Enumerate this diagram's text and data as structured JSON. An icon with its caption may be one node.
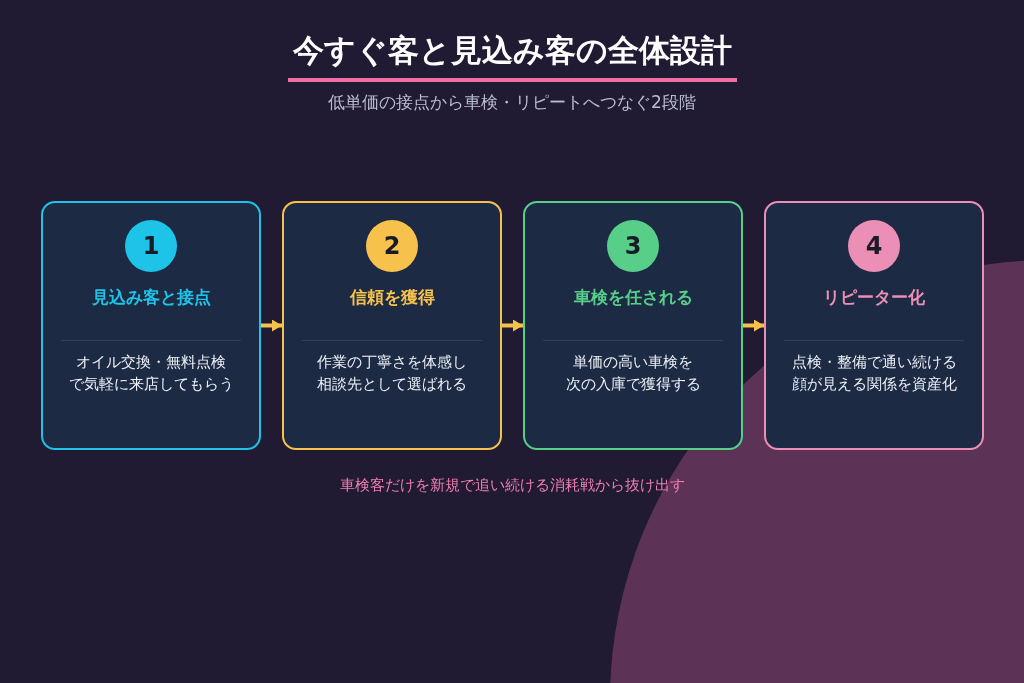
{
  "diagram": {
    "title": "今すぐ客と見込み客の全体設計",
    "nodes": [
      {
        "text": [
          "見込み客と接点",
          "オイル交換・無料点検で気軽に来店してもらう"
        ]
      },
      {
        "text": [
          "1"
        ],
        "in": 0
      },
      {
        "text": [
          "信頼を獲得",
          "作業の丁寧さを体感し相談先として選ばれる"
        ]
      },
      {
        "text": [
          "2"
        ],
        "in": 2
      },
      {
        "text": [
          "車検を任される",
          "単価の高い車検を次の入庫で獲得する"
        ]
      },
      {
        "text": [
          "3"
        ],
        "in": 4
      },
      {
        "text": [
          "リピーター化",
          "点検・整備で通い続ける顔が見える関係を資産化"
        ]
      },
      {
        "text": [
          "4"
        ],
        "in": 6
      }
    ],
    "edges": [
      {
        "from": 0,
        "to": 2,
        "arrow": "to"
      },
      {
        "from": 2,
        "to": 4,
        "arrow": "to"
      },
      {
        "from": 4,
        "to": 6,
        "arrow": "to"
      }
    ],
    "labels": [
      "低単価の接点から車検・リピートへつなぐ2段階",
      "車検客だけを新規で追い続ける消耗戦から抜け出す"
    ]
  }
}
